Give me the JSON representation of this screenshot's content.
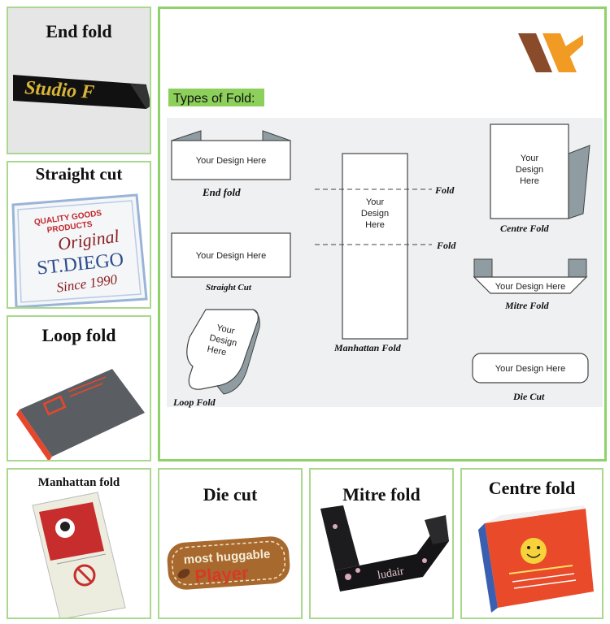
{
  "samples": {
    "end_fold": {
      "caption": "End fold",
      "label_text": "Studio F"
    },
    "straight_cut": {
      "caption": "Straight cut",
      "line1": "QUALITY GOODS",
      "line2": "PRODUCTS",
      "line3": "Original",
      "line4": "ST.DIEGO",
      "line5": "Since 1990"
    },
    "loop_fold": {
      "caption": "Loop fold"
    },
    "manhattan_fold": {
      "caption": "Manhattan fold"
    },
    "die_cut": {
      "caption": "Die cut",
      "line1": "most huggable",
      "line2": "Player"
    },
    "mitre_fold": {
      "caption": "Mitre fold",
      "label_text": "ludair"
    },
    "centre_fold": {
      "caption": "Centre fold"
    }
  },
  "diagram": {
    "title": "Types of Fold:",
    "design_text": "Your Design Here",
    "design_stack": [
      "Your",
      "Design",
      "Here"
    ],
    "fold_marker": "Fold",
    "labels": {
      "end_fold": "End fold",
      "straight_cut": "Straight Cut",
      "loop_fold": "Loop Fold",
      "manhattan_fold": "Manhattan Fold",
      "centre_fold": "Centre Fold",
      "mitre_fold": "Mitre Fold",
      "die_cut": "Die Cut"
    }
  },
  "colors": {
    "panel_border": "#a9d88e",
    "title_band": "#8ccf5a",
    "logo_orange": "#f29b24",
    "logo_brown": "#8a4b2a",
    "flap_gray": "#8f9da3",
    "diagram_bg": "#eef0f2"
  }
}
